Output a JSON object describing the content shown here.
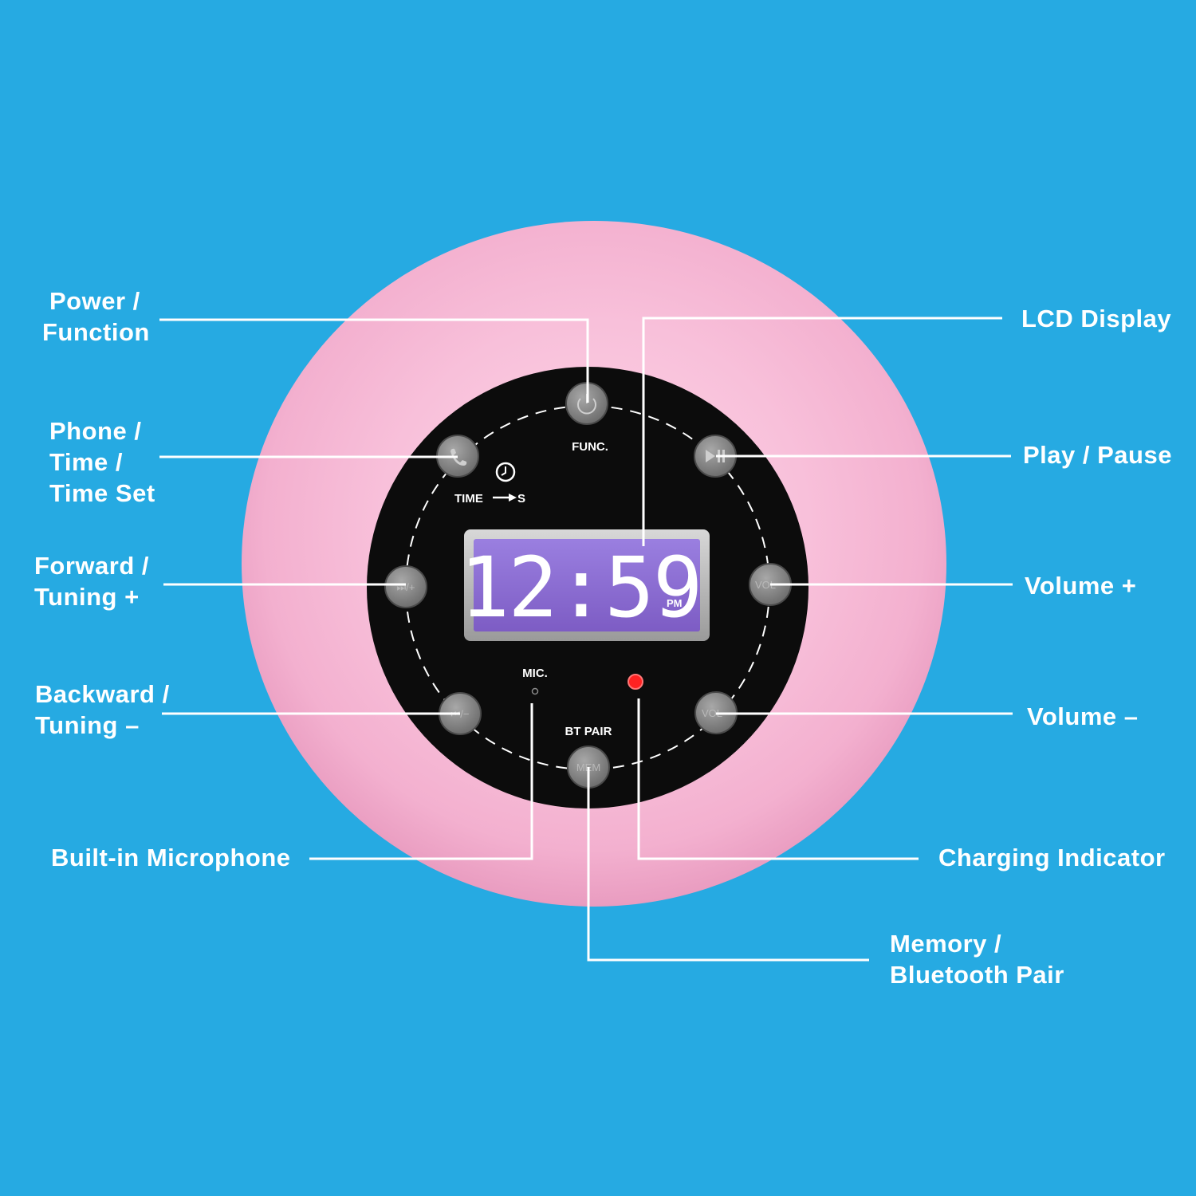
{
  "device": {
    "display_time": "12:59",
    "display_period": "PM",
    "panel_labels": {
      "func": "FUNC.",
      "time": "TIME",
      "time_s": "S",
      "mic": "MIC.",
      "bt_pair": "BT PAIR"
    },
    "button_glyphs": {
      "vol_plus": "VOL",
      "vol_minus": "VOL",
      "mem": "MEM",
      "forward": "⏭/+",
      "backward": "⏮/−"
    }
  },
  "callouts": {
    "power_function": [
      "Power /",
      "Function"
    ],
    "phone_time": [
      "Phone /",
      "Time /",
      "Time Set"
    ],
    "forward_tuning": [
      "Forward /",
      "Tuning +"
    ],
    "backward_tuning": [
      "Backward /",
      "Tuning –"
    ],
    "microphone": [
      "Built-in Microphone"
    ],
    "lcd_display": [
      "LCD Display"
    ],
    "play_pause": [
      "Play / Pause"
    ],
    "volume_plus": [
      "Volume +"
    ],
    "volume_minus": [
      "Volume –"
    ],
    "charging_indicator": [
      "Charging Indicator"
    ],
    "memory_bt": [
      "Memory /",
      "Bluetooth Pair"
    ]
  },
  "colors": {
    "background": "#26aae2",
    "body_pink": "#f6b8d4",
    "panel": "#0c0c0c",
    "lcd": "#8a6cd0",
    "indicator": "#ff2222",
    "leader_lines": "#ffffff"
  }
}
